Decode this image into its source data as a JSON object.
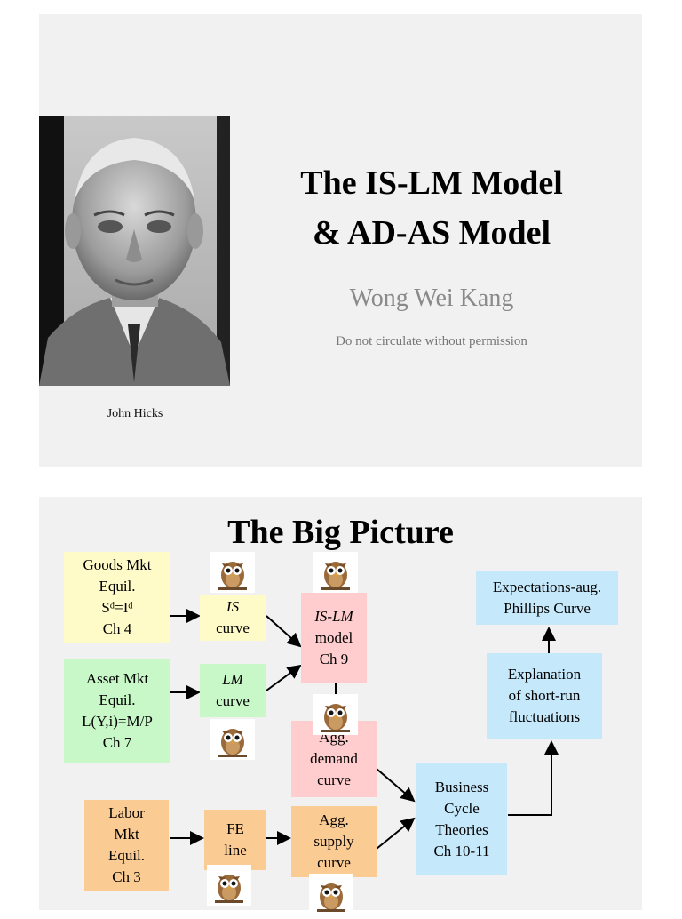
{
  "slide1": {
    "title_line1": "The IS-LM Model",
    "title_line2": "& AD-AS Model",
    "author": "Wong Wei Kang",
    "notice": "Do not circulate without permission",
    "portrait_caption": "John Hicks"
  },
  "slide2": {
    "title": "The Big Picture",
    "boxes": {
      "goods": [
        "Goods Mkt",
        "Equil.",
        "Sᵈ=Iᵈ",
        "Ch 4"
      ],
      "asset": [
        "Asset Mkt",
        "Equil.",
        "L(Y,i)=M/P",
        "Ch 7"
      ],
      "labor": [
        "Labor",
        "Mkt",
        "Equil.",
        "Ch 3"
      ],
      "is_curve": [
        "IS",
        "curve"
      ],
      "lm_curve": [
        "LM",
        "curve"
      ],
      "fe_line": [
        "FE",
        "line"
      ],
      "islm": [
        "IS-LM",
        "model",
        "Ch 9"
      ],
      "agg_demand": [
        "Agg.",
        "demand",
        "curve"
      ],
      "agg_supply": [
        "Agg.",
        "supply",
        "curve"
      ],
      "business_cycle": [
        "Business",
        "Cycle",
        "Theories",
        "Ch 10-11"
      ],
      "explanation": [
        "Explanation",
        "of short-run",
        "fluctuations"
      ],
      "phillips": [
        "Expectations-aug.",
        "Phillips Curve"
      ]
    }
  },
  "colors": {
    "slide_bg": "#f1f1f1",
    "yellow": "#fffbc8",
    "green": "#c8f7c8",
    "pink": "#ffcdcd",
    "orange": "#fbcb94",
    "blue": "#c6e8fb"
  },
  "icons": [
    "owl-icon"
  ]
}
